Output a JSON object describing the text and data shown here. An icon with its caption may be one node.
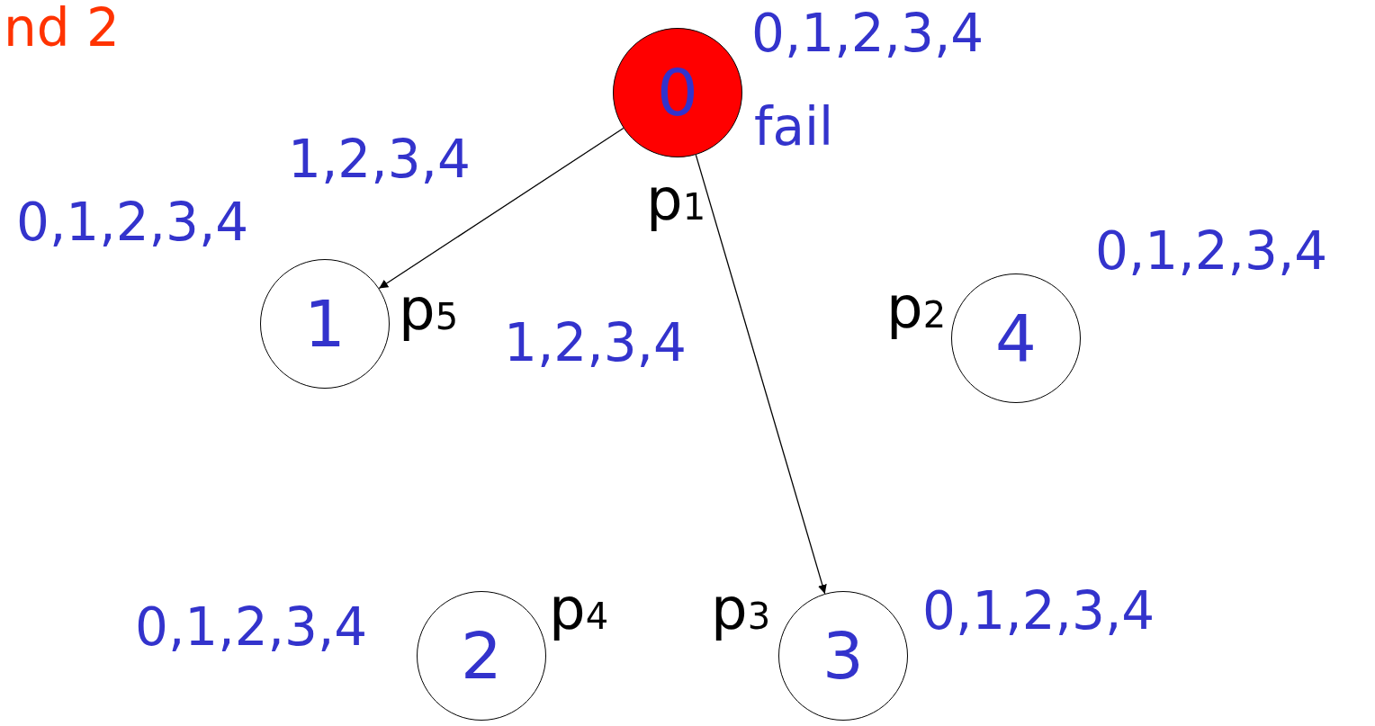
{
  "diagram": {
    "nodes": [
      {
        "text": [
          "0"
        ],
        "beside": [
          "0,1,2,3,4",
          "fail",
          "p$_{1}$"
        ]
      },
      {
        "text": [
          "1"
        ],
        "beside": [
          "0,1,2,3,4",
          "p$_{5}$"
        ]
      },
      {
        "text": [
          "4"
        ],
        "beside": [
          "p$_{2}$",
          "0,1,2,3,4"
        ]
      },
      {
        "text": [
          "2"
        ],
        "beside": [
          "0,1,2,3,4",
          "p$_{4}$"
        ]
      },
      {
        "text": [
          "3"
        ],
        "beside": [
          "p$_{3}$",
          "0,1,2,3,4"
        ]
      }
    ],
    "edges": [
      {
        "from": 0,
        "to": 1,
        "arrow": "to",
        "label": "1,2,3,4"
      },
      {
        "from": 0,
        "to": 4,
        "arrow": "to",
        "label": "1,2,3,4"
      }
    ],
    "labels": [
      "nd 2"
    ]
  }
}
